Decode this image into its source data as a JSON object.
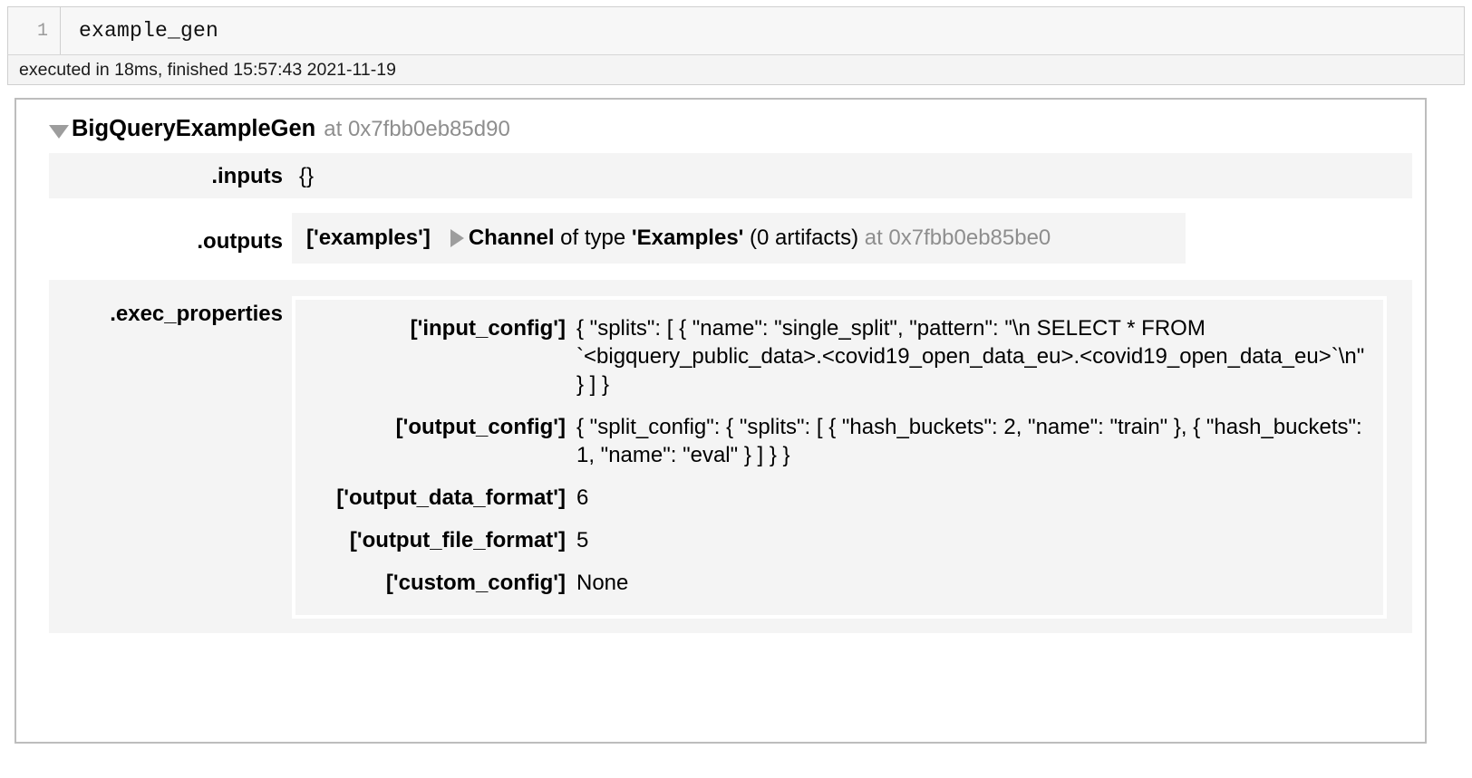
{
  "notebook_cell": {
    "line_number": "1",
    "code": "example_gen",
    "exec_status": "executed in 18ms, finished 15:57:43 2021-11-19"
  },
  "output": {
    "object_name": "BigQueryExampleGen",
    "object_address": "at 0x7fbb0eb85d90",
    "toggle_icon": "triangle-down-icon",
    "inputs": {
      "label": ".inputs",
      "value": "{}"
    },
    "outputs": {
      "label": ".outputs",
      "channel_key": "['examples']",
      "expand_icon": "triangle-right-icon",
      "channel_word": "Channel",
      "of_type_word": "of type",
      "channel_type": "'Examples'",
      "artifact_count": "(0 artifacts)",
      "channel_address": "at 0x7fbb0eb85be0"
    },
    "exec_properties": {
      "label": ".exec_properties",
      "properties": [
        {
          "key": "['input_config']",
          "value": "{ \"splits\": [ { \"name\": \"single_split\", \"pattern\": \"\\n SELECT * FROM `<bigquery_public_data>.<covid19_open_data_eu>.<covid19_open_data_eu>`\\n\" } ] }"
        },
        {
          "key": "['output_config']",
          "value": "{ \"split_config\": { \"splits\": [ { \"hash_buckets\": 2, \"name\": \"train\" }, { \"hash_buckets\": 1, \"name\": \"eval\" } ] } }"
        },
        {
          "key": "['output_data_format']",
          "value": "6"
        },
        {
          "key": "['output_file_format']",
          "value": "5"
        },
        {
          "key": "['custom_config']",
          "value": "None"
        }
      ]
    }
  }
}
